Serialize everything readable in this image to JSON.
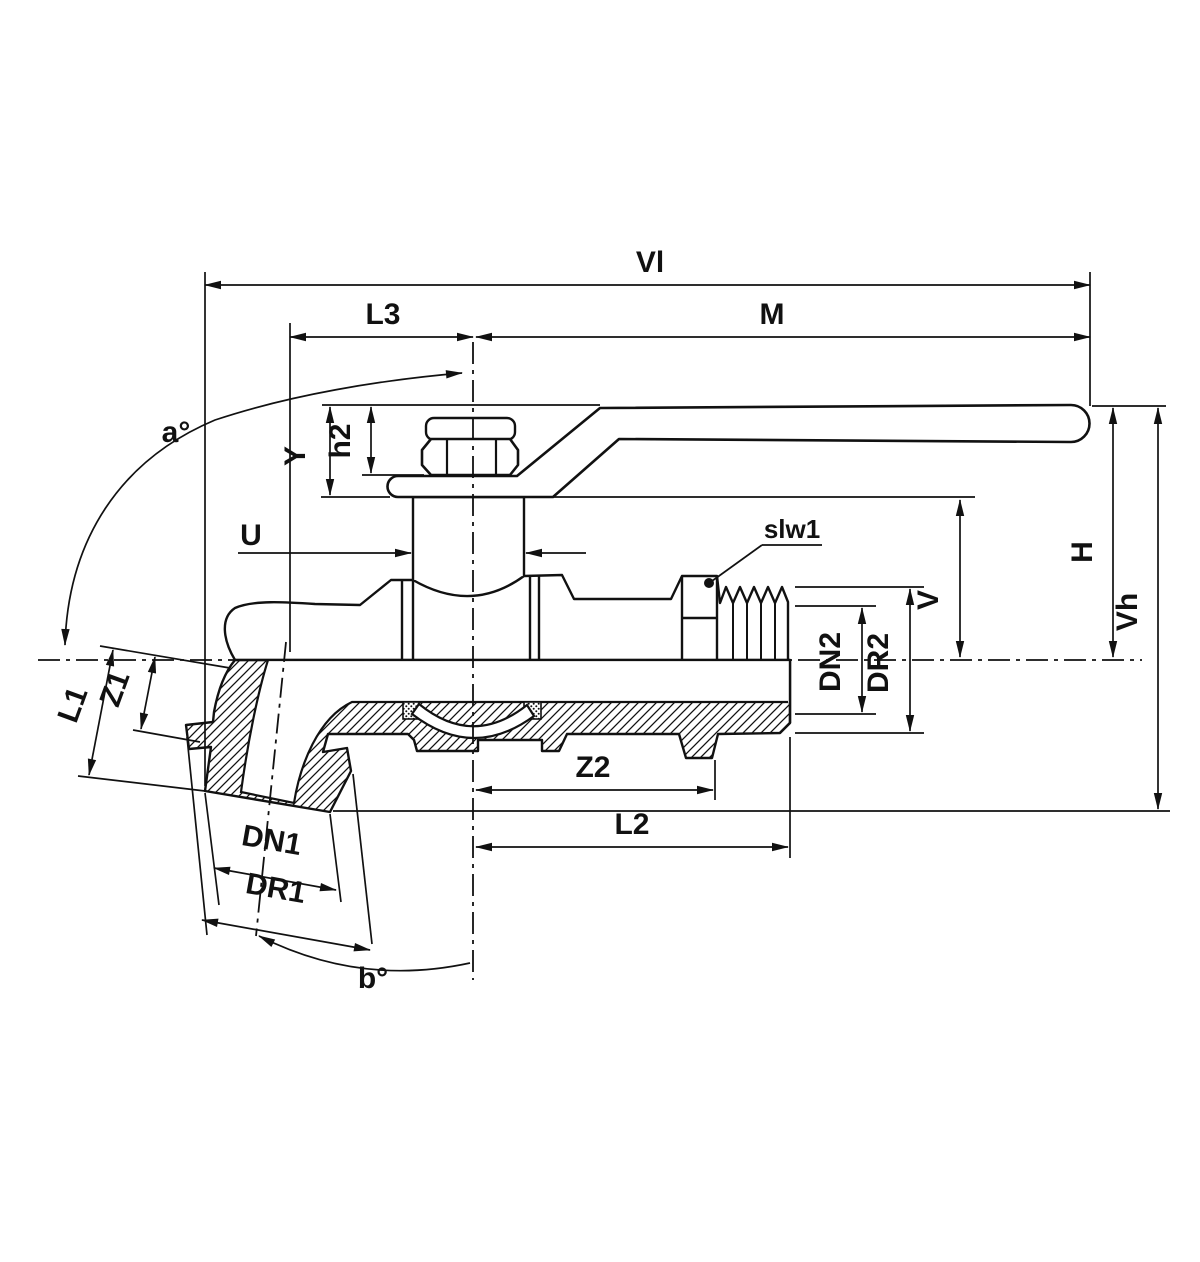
{
  "page": {
    "background_color": "#ffffff",
    "ink_color": "#111111",
    "kind": "technical drawing, half-section of a tap / ball valve with lever handle"
  },
  "dimension_labels": {
    "vl": "Vl",
    "l3": "L3",
    "m": "M",
    "a_deg": "a°",
    "y": "Y",
    "h2": "h2",
    "u": "U",
    "slw1": "slw1",
    "v": "V",
    "h": "H",
    "vh": "Vh",
    "dn2": "DN2",
    "dr2": "DR2",
    "z1": "Z1",
    "l1": "L1",
    "dn1": "DN1",
    "dr1": "DR1",
    "b_deg": "b°",
    "z2": "Z2",
    "l2": "L2"
  }
}
